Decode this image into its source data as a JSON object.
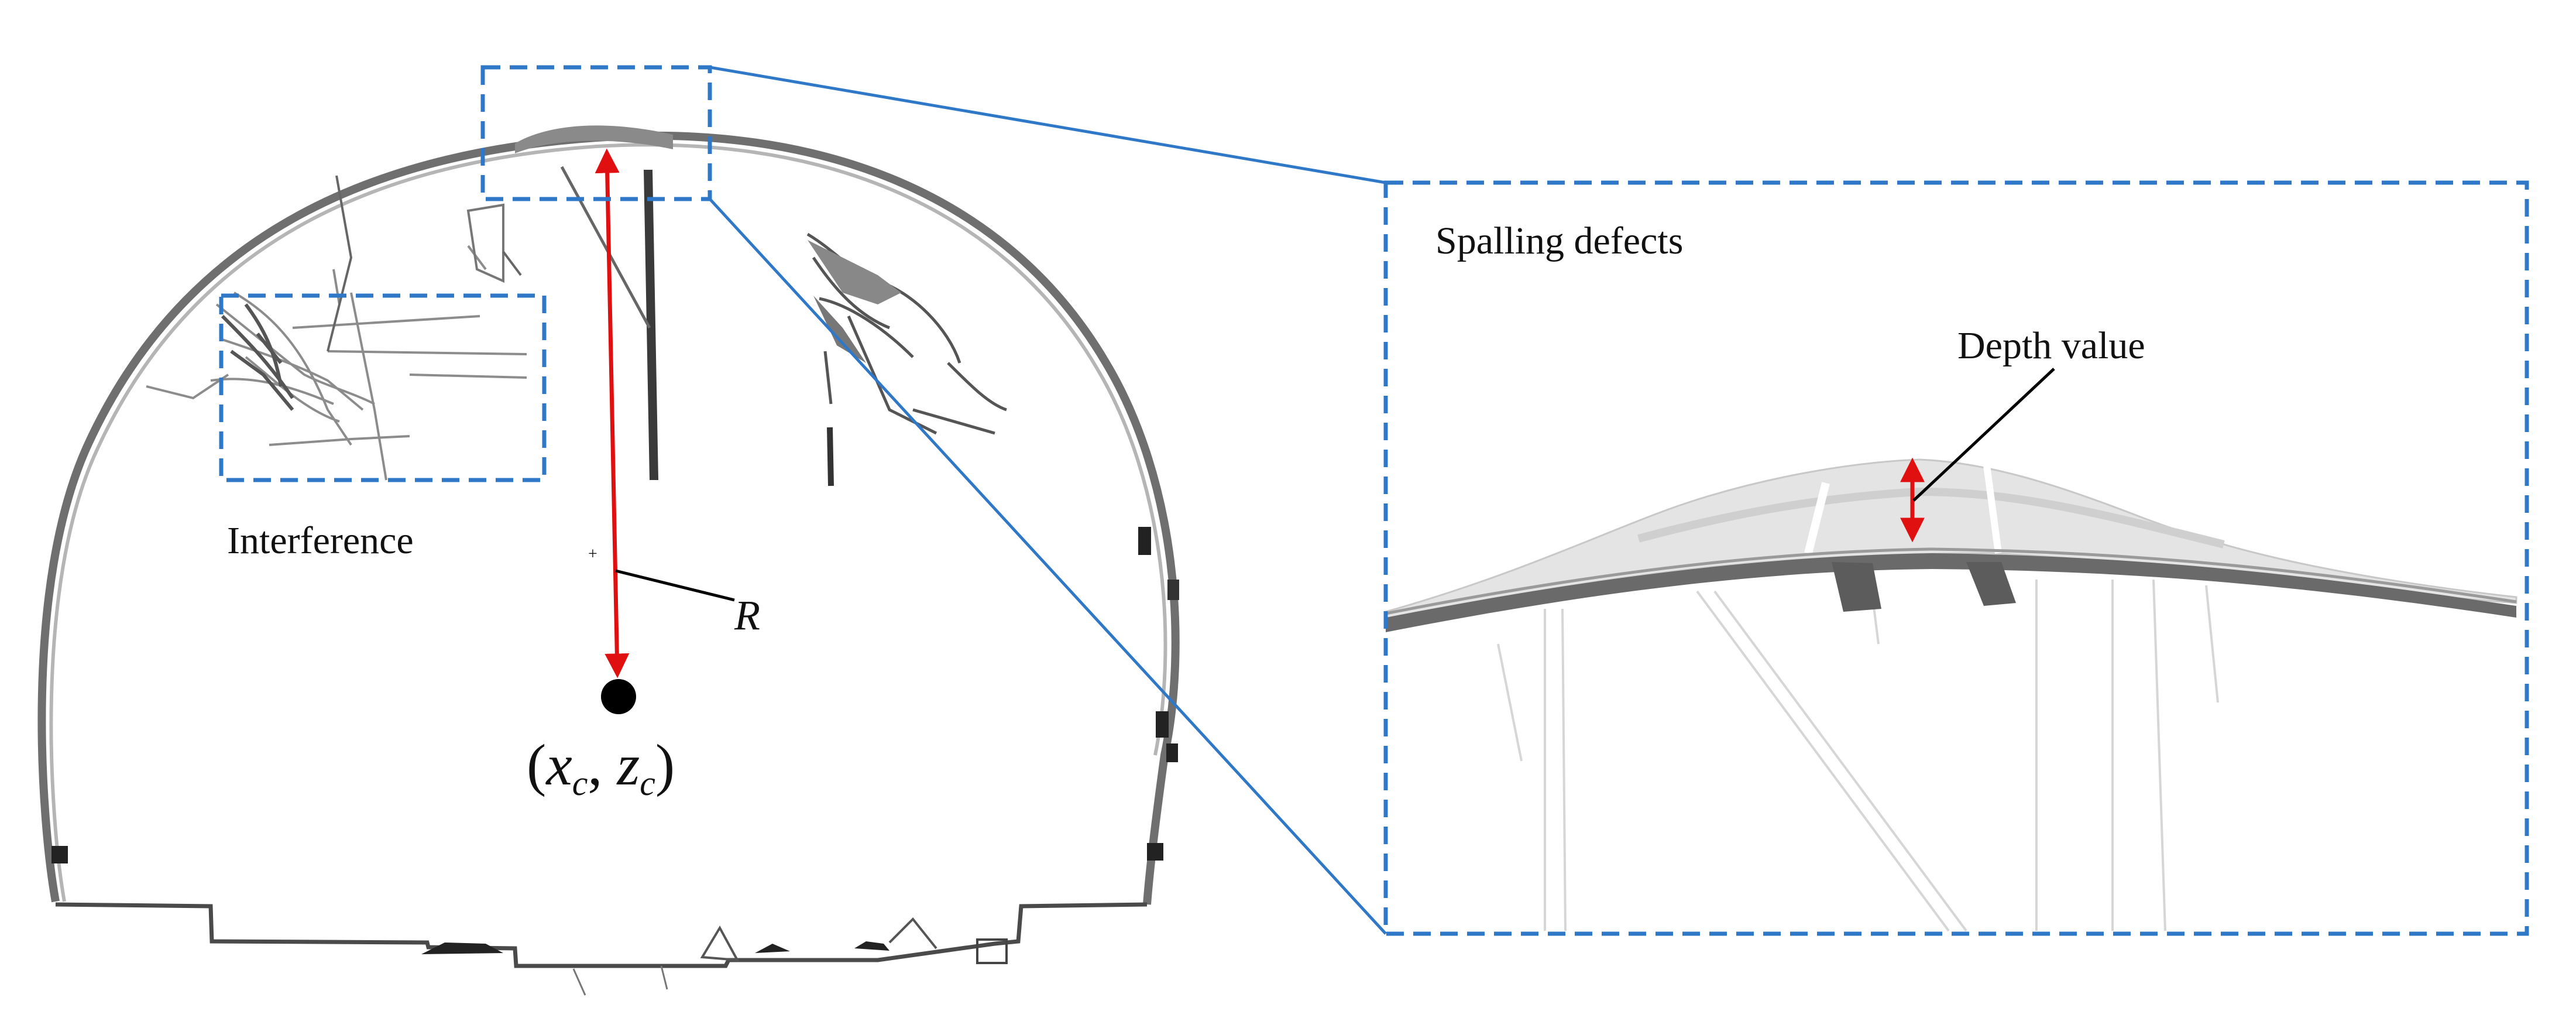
{
  "labels": {
    "interference": "Interference",
    "radius": "R",
    "center": "(x c , z c )",
    "center_x": "x",
    "center_x_sub": "c",
    "center_z": "z",
    "center_z_sub": "c",
    "spalling": "Spalling defects",
    "depth": "Depth value"
  },
  "colors": {
    "dashed_box": "#2f78c8",
    "connector": "#2f78c8",
    "arrow": "#e01010",
    "point_cloud": "#7a7a7a",
    "point_cloud_light": "#c8c8c8",
    "center_dot": "#000000"
  }
}
